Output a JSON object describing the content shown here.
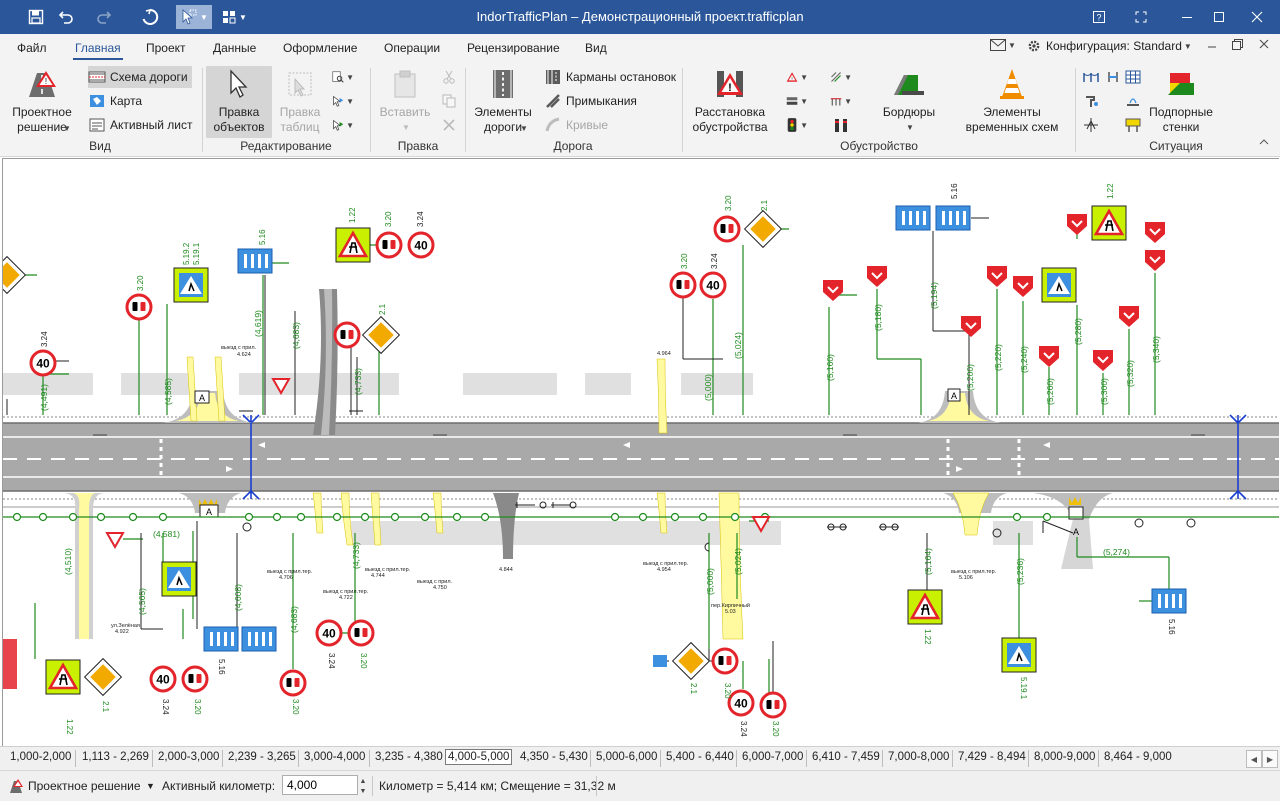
{
  "window": {
    "title": "IndorTrafficPlan – Демонстрационный проект.trafficplan"
  },
  "tabs": [
    "Файл",
    "Главная",
    "Проект",
    "Данные",
    "Оформление",
    "Операции",
    "Рецензирование",
    "Вид"
  ],
  "active_tab": "Главная",
  "header_right": {
    "config_label": "Конфигурация: Standard"
  },
  "ribbon": {
    "vid": {
      "label": "Вид",
      "project_solution": "Проектное решение",
      "road_scheme": "Схема дороги",
      "map": "Карта",
      "active_sheet": "Активный лист"
    },
    "editing": {
      "label": "Редактирование",
      "edit_objects": "Правка объектов",
      "edit_tables": "Правка таблиц"
    },
    "pravka": {
      "label": "Правка",
      "paste": "Вставить"
    },
    "road": {
      "label": "Дорога",
      "road_elements": "Элементы дороги",
      "bus_stop_pockets": "Карманы остановок",
      "junctions": "Примыкания",
      "curves": "Кривые"
    },
    "equipment": {
      "label": "Обустройство",
      "placement": "Расстановка обустройства",
      "curbs": "Бордюры",
      "temp_schemes": "Элементы временных схем",
      "retaining_walls": "Подпорные стенки"
    },
    "situation": {
      "label": "Ситуация"
    }
  },
  "plan": {
    "signs_left_top": [
      "1.22",
      "3.20",
      "3.24",
      "5.16",
      "5.19.1",
      "5.19.2",
      "2.1"
    ],
    "speed_limit": "40",
    "chainage_labels": [
      "(4,491)",
      "(4,585)",
      "(4,619)",
      "(4,683)",
      "(4,733)",
      "(5,000)",
      "(5,024)",
      "(5,160)",
      "(5,180)",
      "(5,194)",
      "(5,200)",
      "(5,220)",
      "(5,240)",
      "(5,260)",
      "(5,280)",
      "(5,300)",
      "(5,320)",
      "(5,340)",
      "(4,510)",
      "(4,565)",
      "(4,581)",
      "(4,608)",
      "(4,683)",
      "(4,733)",
      "(5,000)",
      "(5,024)",
      "(5,164)",
      "(5,236)",
      "(5,274)"
    ],
    "exit_labels": [
      "выезд с прил.",
      "выезд с прил.тер.",
      "ул.Зелёная",
      "пер.Кирпичный"
    ],
    "exit_values": [
      "4.624",
      "4.706",
      "4.722",
      "4.744",
      "4.750",
      "4.844",
      "4.954",
      "4.922",
      "5.03",
      "5.106",
      "4.964"
    ]
  },
  "km_tabs": [
    "1,000-2,000",
    "1,113 - 2,269",
    "2,000-3,000",
    "2,239 - 3,265",
    "3,000-4,000",
    "3,235 - 4,380",
    "4,000-5,000",
    "4,350 - 5,430",
    "5,000-6,000",
    "5,400 - 6,440",
    "6,000-7,000",
    "6,410 - 7,459",
    "7,000-8,000",
    "7,429 - 8,494",
    "8,000-9,000",
    "8,464 - 9,000"
  ],
  "active_km_tab": "4,000-5,000",
  "status": {
    "mode": "Проектное решение",
    "active_km_label": "Активный километр:",
    "active_km_value": "4,000",
    "position": "Километр = 5,414 км; Смещение = 31,32 м"
  },
  "colors": {
    "titlebar": "#2b579a",
    "accent": "#2b579a",
    "sign_red": "#e3242b",
    "sign_yellow": "#f2d600",
    "sign_blue": "#3d8fe0",
    "chainage_green": "#1e8a1e"
  }
}
